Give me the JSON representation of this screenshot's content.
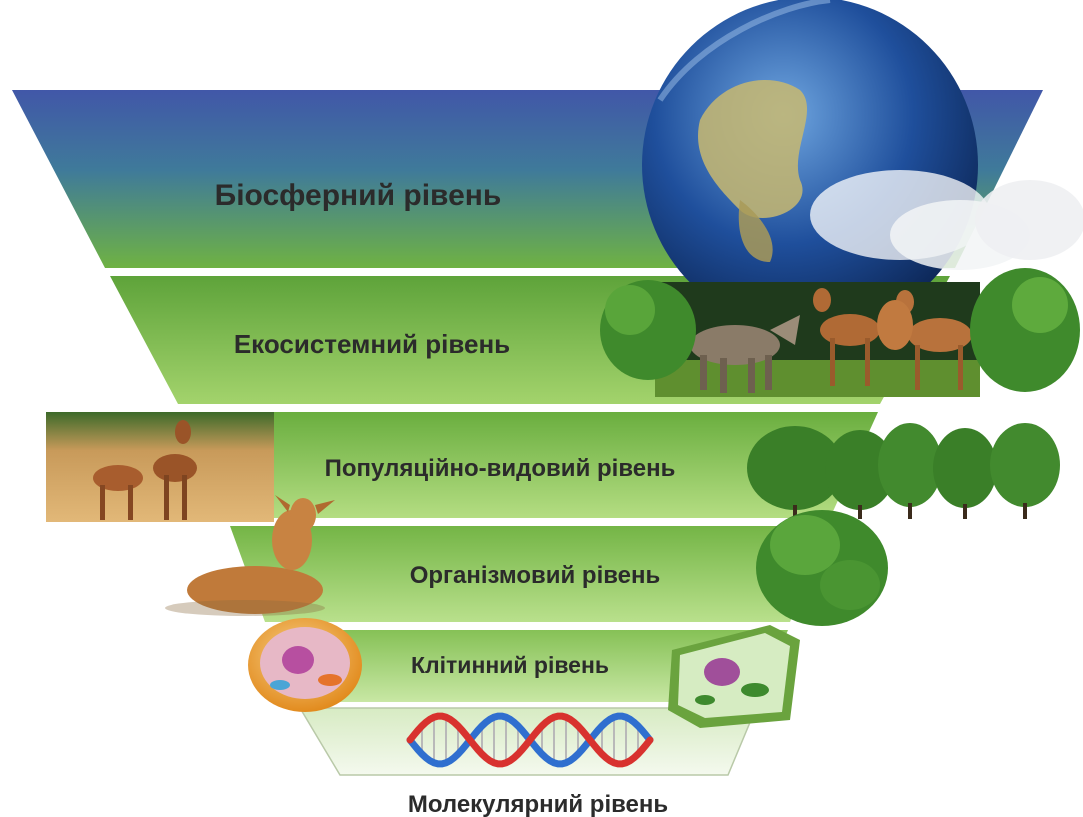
{
  "levels": [
    {
      "key": "biosphere",
      "label": "Біосферний рівень"
    },
    {
      "key": "ecosystem",
      "label": "Екосистемний рівень"
    },
    {
      "key": "population",
      "label": "Популяційно-видовий рівень"
    },
    {
      "key": "organism",
      "label": "Організмовий рівень"
    },
    {
      "key": "cell",
      "label": "Клітинний рівень"
    },
    {
      "key": "molecular",
      "label": "Молекулярний рівень"
    }
  ],
  "colors": {
    "band_blue": "#4a63b4",
    "band_green": "#6fae3e",
    "band_light": "#9ccf66",
    "band_pale": "#e4f0d6",
    "text": "#2b2b2b"
  },
  "icons": [
    "globe-icon",
    "wolf-icon",
    "deer-icon",
    "bush-icon",
    "tree-icon",
    "animal-cell-icon",
    "plant-cell-icon",
    "dna-icon"
  ]
}
